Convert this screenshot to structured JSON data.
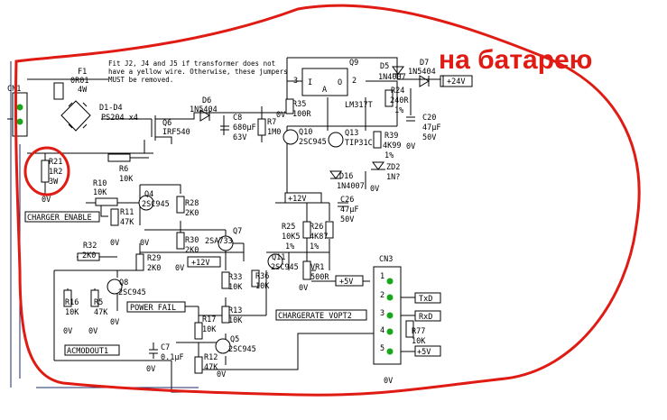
{
  "annotation": {
    "text": "на батарею",
    "color": "#e01b14"
  },
  "note": {
    "lines": [
      "Fit J2, J4 and J5 if transformer does not",
      "have a yellow wire. Otherwise, these jumpers",
      "MUST be removed."
    ]
  },
  "connectors": {
    "cn1": "CN1",
    "cn3": "CN3",
    "cn3_pins": [
      "1",
      "2",
      "3",
      "4",
      "5"
    ]
  },
  "components": {
    "f1": [
      "F1",
      "0R01",
      "4W"
    ],
    "d1_d4": [
      "D1-D4",
      "PS204 x4"
    ],
    "q6": [
      "Q6",
      "IRF540"
    ],
    "d6": [
      "D6",
      "1N5404"
    ],
    "c8": [
      "C8",
      "680µF",
      "63V"
    ],
    "r7": [
      "R7",
      "1M0"
    ],
    "r35": [
      "R35",
      "100R"
    ],
    "q9": [
      "Q9",
      "LM317T"
    ],
    "d5": [
      "D5",
      "1N4007"
    ],
    "d7": [
      "D7",
      "1N5404"
    ],
    "r24": [
      "R24",
      "240R",
      "1%"
    ],
    "c20": [
      "C20",
      "47µF",
      "50V"
    ],
    "q10": [
      "Q10",
      "2SC945"
    ],
    "q13": [
      "Q13",
      "TIP31C"
    ],
    "r39": [
      "R39",
      "4K99",
      "1%"
    ],
    "zd2": [
      "ZD2",
      "1N?"
    ],
    "d16": [
      "D16",
      "1N4007"
    ],
    "c26": [
      "C26",
      "47µF",
      "50V"
    ],
    "r21": [
      "R21",
      "1R2",
      "3W"
    ],
    "r6": [
      "R6",
      "10K"
    ],
    "r10": [
      "R10",
      "10K"
    ],
    "r11": [
      "R11",
      "47K"
    ],
    "q4": [
      "Q4",
      "2SC945"
    ],
    "r28": [
      "R28",
      "2K0"
    ],
    "q7": [
      "Q7",
      "2SA733"
    ],
    "r30": [
      "R30",
      "2K0"
    ],
    "r32": [
      "R32",
      "2K0"
    ],
    "r29": [
      "R29",
      "2K0"
    ],
    "r25": [
      "R25",
      "10K5",
      "1%"
    ],
    "r26": [
      "R26",
      "4K87",
      "1%"
    ],
    "q11": [
      "Q11",
      "2SC945"
    ],
    "vr1": [
      "VR1",
      "500R"
    ],
    "r36": [
      "R36",
      "10K"
    ],
    "r33": [
      "R33",
      "10K"
    ],
    "r16": [
      "R16",
      "10K"
    ],
    "r5": [
      "R5",
      "47K"
    ],
    "q8": [
      "Q8",
      "2SC945"
    ],
    "r17": [
      "R17",
      "10K"
    ],
    "r13": [
      "R13",
      "10K"
    ],
    "c7": [
      "C7",
      "0.1µF"
    ],
    "r12": [
      "R12",
      "47K"
    ],
    "q5": [
      "Q5",
      "2SC945"
    ],
    "r77": [
      "R77",
      "10K"
    ]
  },
  "nets": {
    "charger_enable": "CHARGER_ENABLE",
    "power_fail": "POWER FAIL",
    "acmodout": "ACMODOUT1",
    "chargerate": "CHARGERATE_VOPT2",
    "plus24": "+24V",
    "plus12": "+12V",
    "plus12b": "+12V",
    "plus5": "+5V",
    "plus5b": "+5V",
    "txd": "TxD",
    "rxd": "RxD",
    "gnd": "0V"
  },
  "regulator": {
    "pin_i": "I",
    "pin_a": "A",
    "pin_o": "O",
    "pin3": "3",
    "pin2": "2"
  }
}
